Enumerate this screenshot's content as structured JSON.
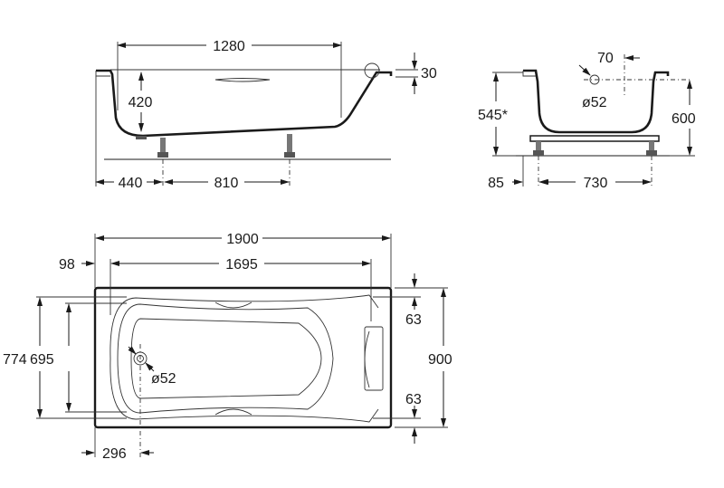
{
  "side_view": {
    "length_top": "1280",
    "depth": "420",
    "rim": "30",
    "foot_offset": "440",
    "foot_spacing": "810"
  },
  "end_view": {
    "drain_offset": "70",
    "drain_diameter": "ø52",
    "overall_height": "545*",
    "height": "600",
    "foot_offset": "85",
    "foot_spacing": "730"
  },
  "plan_view": {
    "length": "1900",
    "inner_length": "1695",
    "inner_offset": "98",
    "width_outer": "774",
    "width_inner": "695",
    "width": "900",
    "rim_top": "63",
    "rim_bottom": "63",
    "drain_diameter": "ø52",
    "drain_offset": "296"
  }
}
